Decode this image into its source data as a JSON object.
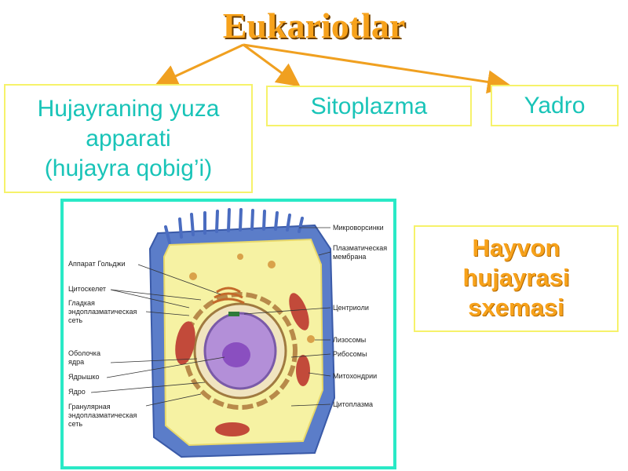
{
  "title": "Eukariotlar",
  "boxes": {
    "surface": [
      "Hujayraning yuza",
      "apparati",
      "(hujayra qobig’i)"
    ],
    "cytoplasm": "Sitoplazma",
    "nucleus": "Yadro"
  },
  "caption": [
    "Hayvon",
    "hujayrasi",
    "sxemasi"
  ],
  "diagram_labels": {
    "left": [
      "Аппарат Гольджи",
      "Цитоскелет",
      "Гладкая",
      "эндоплазматическая",
      "сеть",
      "Оболочка",
      "ядра",
      "Ядрышко",
      "Ядро",
      "Гранулярная",
      "эндоплазматическая",
      "сеть"
    ],
    "right": [
      "Микроворсинки",
      "Плазматическая",
      "мембрана",
      "Центриоли",
      "Лизосомы",
      "Рибосомы",
      "Митохондрии",
      "Цитоплазма"
    ]
  },
  "colors": {
    "title": "#f7a21b",
    "box_text": "#19c4b8",
    "box_border": "#f6f26a",
    "arrow": "#f0a020",
    "frame": "#29e9c6"
  }
}
